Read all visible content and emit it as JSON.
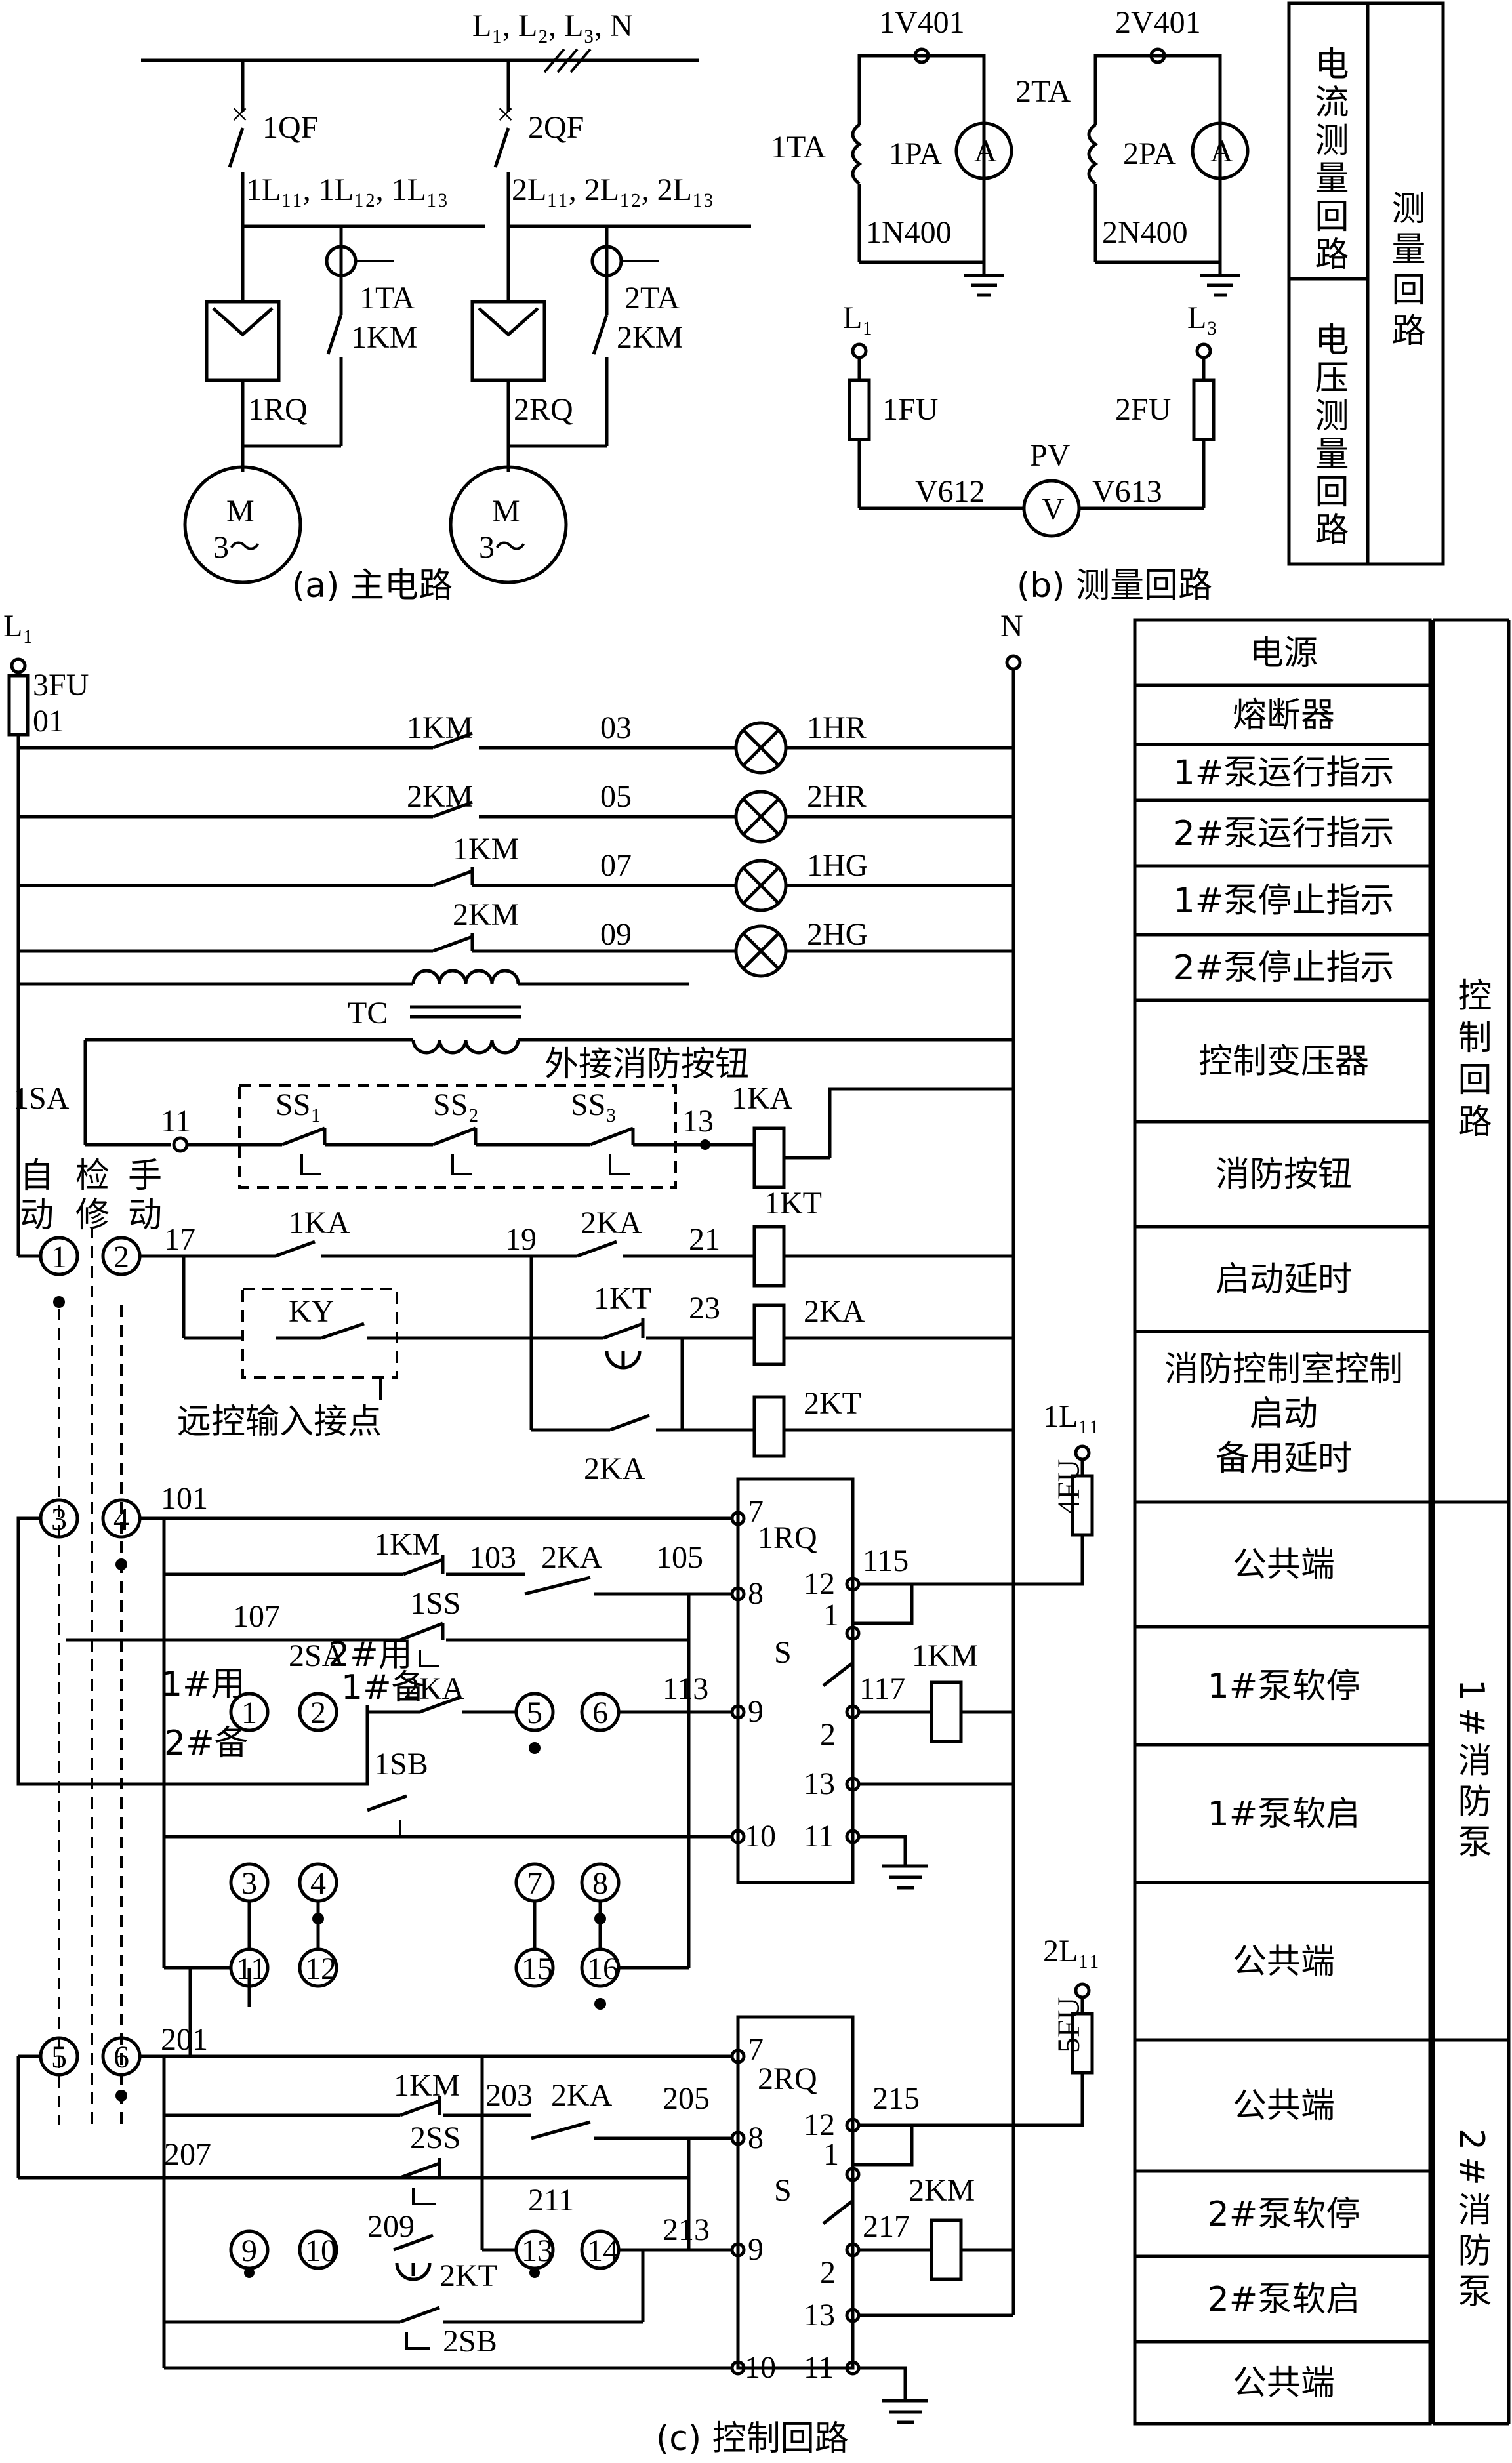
{
  "main": {
    "bus": "L₁, L₂, L₃, N",
    "breaker1": "1QF",
    "breaker2": "2QF",
    "feeder1": "1L₁₁, 1L₁₂, 1L₁₃",
    "feeder2": "2L₁₁, 2L₁₂, 2L₁₃",
    "ta1": "1TA",
    "ta2": "2TA",
    "km1": "1KM",
    "km2": "2KM",
    "rq1": "1RQ",
    "rq2": "2RQ",
    "motor": "M",
    "motor_phase": "3～",
    "caption": "(a) 主电路"
  },
  "measure": {
    "v401_1": "1V401",
    "v401_2": "2V401",
    "ta1": "1TA",
    "ta2": "2TA",
    "pa1": "1PA",
    "pa2": "2PA",
    "amp": "A",
    "n400_1": "1N400",
    "n400_2": "2N400",
    "l1": "L₁",
    "l3": "L₃",
    "fu1": "1FU",
    "fu2": "2FU",
    "pv": "PV",
    "volt": "V",
    "v612": "V612",
    "v613": "V613",
    "caption": "(b) 测量回路",
    "side_current": "电流测量回路",
    "side_voltage": "电压测量回路",
    "side_group": "测量回路"
  },
  "control": {
    "l1": "L₁",
    "n": "N",
    "fu3": "3FU",
    "n01": "01",
    "km1": "1KM",
    "km2": "2KM",
    "n03": "03",
    "n05": "05",
    "n07": "07",
    "n09": "09",
    "hr1": "1HR",
    "hr2": "2HR",
    "hg1": "1HG",
    "hg2": "2HG",
    "tc": "TC",
    "sa1": "1SA",
    "n11": "11",
    "n13": "13",
    "ss1": "SS₁",
    "ss2": "SS₂",
    "ss3": "SS₃",
    "fire_btn": "外接消防按钮",
    "ka1": "1KA",
    "ka2": "2KA",
    "kt1": "1KT",
    "kt2": "2KT",
    "mode_self": "自",
    "mode_check": "检",
    "mode_hand": "手",
    "mode_auto": "动",
    "mode_repair": "修",
    "mode_manual": "动",
    "n17": "17",
    "n19": "19",
    "n21": "21",
    "n23": "23",
    "ky": "KY",
    "remote": "远控输入接点",
    "fu4": "4FU",
    "fu5": "5FU",
    "l11_1": "1L₁₁",
    "l11_2": "2L₁₁",
    "n101": "101",
    "n103": "103",
    "n105": "105",
    "n107": "107",
    "n113": "113",
    "n115": "115",
    "n117": "117",
    "ss_1": "1SS",
    "sa2": "2SA",
    "use1": "1#用",
    "spare2": "2#备",
    "use2": "2#用",
    "spare1": "1#备",
    "sb1": "1SB",
    "rq1": "1RQ",
    "rq2": "2RQ",
    "n201": "201",
    "n203": "203",
    "n205": "205",
    "n207": "207",
    "n209": "209",
    "n211": "211",
    "n213": "213",
    "n215": "215",
    "n217": "217",
    "ss_2": "2SS",
    "sb2": "2SB",
    "s": "S",
    "p7": "7",
    "p8": "8",
    "p9": "9",
    "p10": "10",
    "p11": "11",
    "p12": "12",
    "p1": "1",
    "p2": "2",
    "p13": "13",
    "caption": "(c) 控制回路"
  },
  "terminals": [
    "1",
    "2",
    "3",
    "4",
    "5",
    "6",
    "7",
    "8",
    "9",
    "10",
    "11",
    "12",
    "13",
    "14",
    "15",
    "16"
  ],
  "legend": {
    "rows": [
      "电源",
      "熔断器",
      "1#泵运行指示",
      "2#泵运行指示",
      "1#泵停止指示",
      "2#泵停止指示",
      "控制变压器",
      "消防按钮",
      "启动延时",
      "消防控制室控制启动备用延时",
      "公共端",
      "1#泵软停",
      "1#泵软启",
      "公共端",
      "公共端",
      "2#泵软停",
      "2#泵软启",
      "公共端"
    ],
    "group_control": "控制回路",
    "group_pump1": "1#消防泵",
    "group_pump2": "2#消防泵"
  }
}
